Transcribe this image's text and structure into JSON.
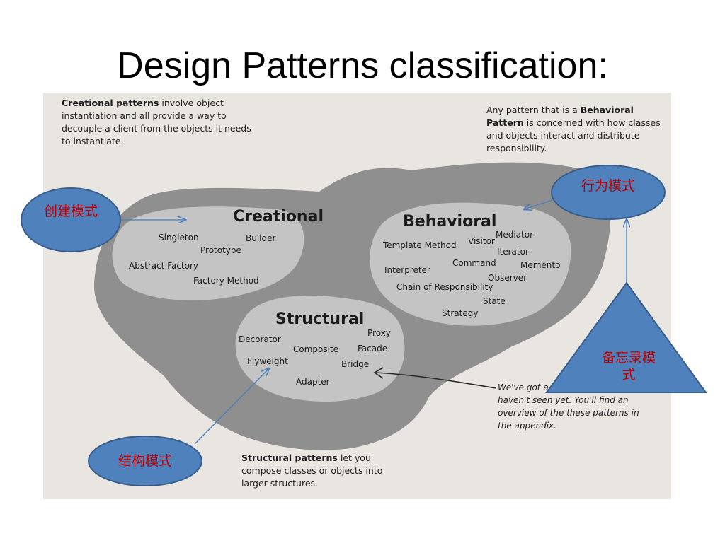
{
  "slide": {
    "title": "Design Patterns classification:"
  },
  "notes": {
    "creational": {
      "bold": "Creational patterns",
      "rest": " involve object instantiation and all provide a way to decouple a client from the objects it needs to instantiate."
    },
    "behavioral": {
      "lead": "Any pattern that is a ",
      "bold": "Behavioral Pattern",
      "rest": " is concerned with how classes and objects interact and distribute responsibility."
    },
    "structural": {
      "bold": "Structural patterns",
      "rest": " let you compose classes or objects into larger structures."
    },
    "grey": {
      "text": "We've got a few (in grey) that you haven't seen yet. You'll find an overview of the these patterns in the appendix."
    }
  },
  "diagram": {
    "creational": {
      "heading": "Creational",
      "patterns": [
        "Singleton",
        "Builder",
        "Prototype",
        "Abstract Factory",
        "Factory Method"
      ]
    },
    "behavioral": {
      "heading": "Behavioral",
      "patterns": [
        "Mediator",
        "Visitor",
        "Template Method",
        "Iterator",
        "Command",
        "Memento",
        "Interpreter",
        "Observer",
        "Chain of Responsibility",
        "State",
        "Strategy"
      ]
    },
    "structural": {
      "heading": "Structural",
      "patterns": [
        "Proxy",
        "Decorator",
        "Composite",
        "Facade",
        "Flyweight",
        "Bridge",
        "Adapter"
      ]
    }
  },
  "callouts": {
    "creational": "创建模式",
    "behavioral": "行为模式",
    "structural": "结构模式",
    "memento": "备忘录模式"
  },
  "colors": {
    "callout_fill": "#4f81bd",
    "callout_stroke": "#385d8a",
    "callout_text": "#c00000",
    "blob_outer": "#8f8f8f",
    "blob_inner": "#c4c4c4",
    "connector": "#4a7ebb"
  }
}
